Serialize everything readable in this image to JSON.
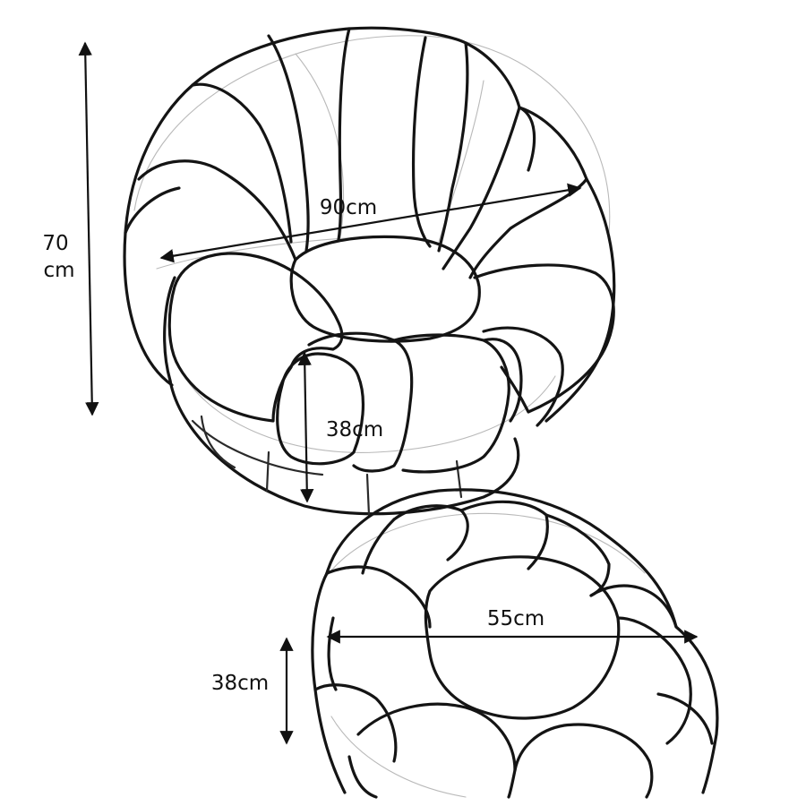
{
  "dimensions": {
    "chair_height": {
      "line1": "70",
      "line2": "cm"
    },
    "chair_width": "90cm",
    "seat_height": "38cm",
    "ottoman_width": "55cm",
    "ottoman_height": "38cm"
  }
}
